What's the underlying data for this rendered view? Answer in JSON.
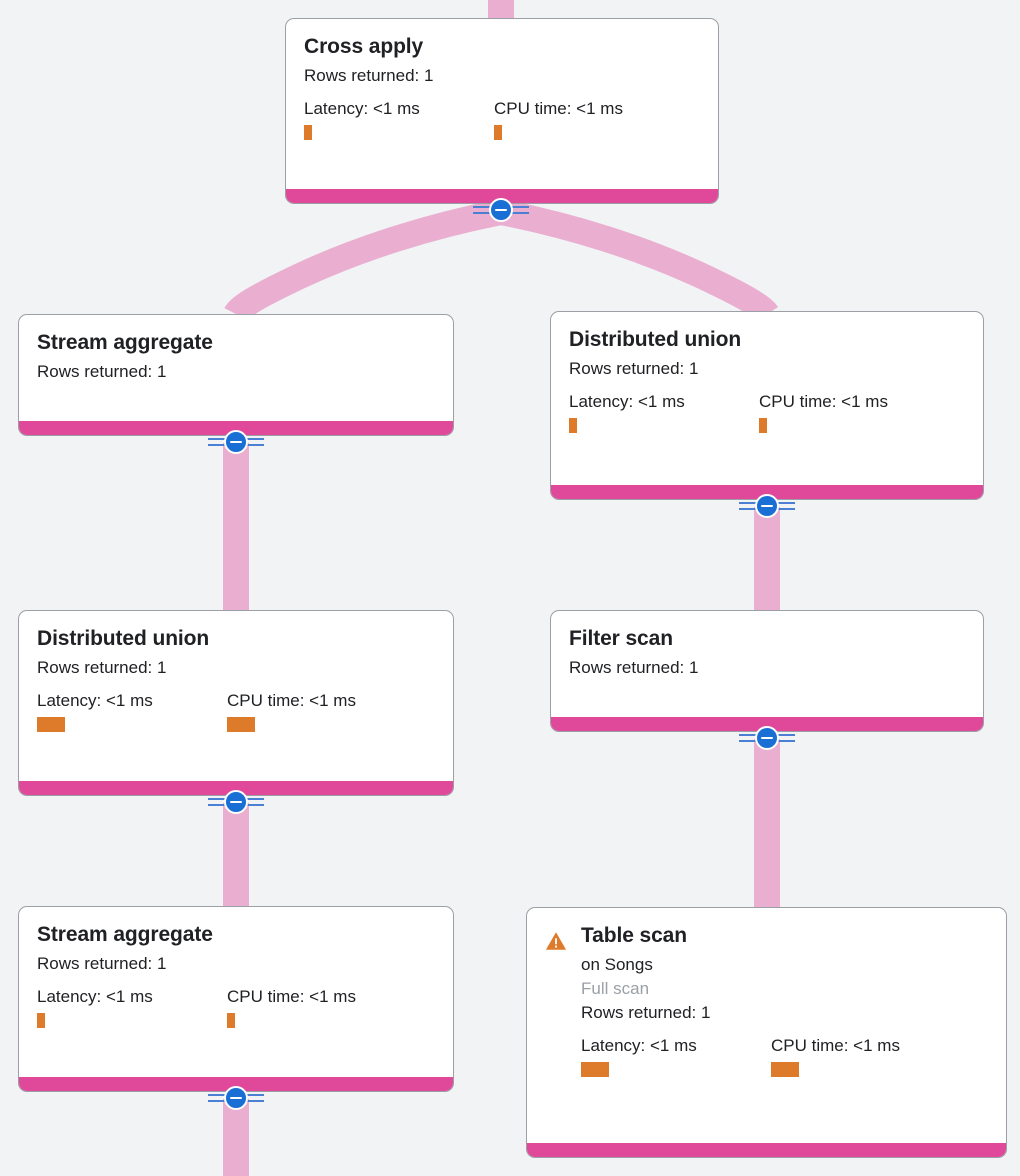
{
  "theme": {
    "background": "#f1f3f4",
    "accent_bar": "#e0499a",
    "edge": "#eaaed0",
    "metric_bar": "#dd7b2b",
    "toggle": "#1a6fd4",
    "card_border": "#9aa0a6",
    "text": "#202124",
    "muted_text": "#9aa0a6",
    "warning": "#dd7b2b"
  },
  "labels": {
    "rows_returned_prefix": "Rows returned:",
    "latency_prefix": "Latency:",
    "cpu_prefix": "CPU time:"
  },
  "nodes": [
    {
      "id": "cross-apply",
      "title": "Cross apply",
      "rows": "Rows returned: 1",
      "latency": "Latency: <1 ms",
      "cpu": "CPU time: <1 ms",
      "latency_bar_width": 8,
      "cpu_bar_width": 8,
      "has_metrics": true,
      "warning": false
    },
    {
      "id": "stream-aggregate-top",
      "title": "Stream aggregate",
      "rows": "Rows returned: 1",
      "has_metrics": false,
      "warning": false
    },
    {
      "id": "distributed-union-right",
      "title": "Distributed union",
      "rows": "Rows returned: 1",
      "latency": "Latency: <1 ms",
      "cpu": "CPU time: <1 ms",
      "latency_bar_width": 8,
      "cpu_bar_width": 8,
      "has_metrics": true,
      "warning": false
    },
    {
      "id": "distributed-union-left",
      "title": "Distributed union",
      "rows": "Rows returned: 1",
      "latency": "Latency: <1 ms",
      "cpu": "CPU time: <1 ms",
      "latency_bar_width": 28,
      "cpu_bar_width": 28,
      "has_metrics": true,
      "warning": false
    },
    {
      "id": "filter-scan",
      "title": "Filter scan",
      "rows": "Rows returned: 1",
      "has_metrics": false,
      "warning": false
    },
    {
      "id": "stream-aggregate-bottom",
      "title": "Stream aggregate",
      "rows": "Rows returned: 1",
      "latency": "Latency: <1 ms",
      "cpu": "CPU time: <1 ms",
      "latency_bar_width": 8,
      "cpu_bar_width": 8,
      "has_metrics": true,
      "warning": false
    },
    {
      "id": "table-scan",
      "title": "Table scan",
      "subtitle": "on Songs",
      "scan_type": "Full scan",
      "rows": "Rows returned: 1",
      "latency": "Latency: <1 ms",
      "cpu": "CPU time: <1 ms",
      "latency_bar_width": 28,
      "cpu_bar_width": 28,
      "has_metrics": true,
      "warning": true,
      "warning_icon": "warning-triangle-icon"
    }
  ],
  "toggles": [
    {
      "id": "toggle-cross-apply",
      "state": "expanded",
      "glyph": "minus"
    },
    {
      "id": "toggle-stream-aggregate-top",
      "state": "expanded",
      "glyph": "minus"
    },
    {
      "id": "toggle-distributed-union-right",
      "state": "expanded",
      "glyph": "minus"
    },
    {
      "id": "toggle-distributed-union-left",
      "state": "expanded",
      "glyph": "minus"
    },
    {
      "id": "toggle-filter-scan",
      "state": "expanded",
      "glyph": "minus"
    },
    {
      "id": "toggle-stream-aggregate-bottom",
      "state": "expanded",
      "glyph": "minus"
    }
  ]
}
